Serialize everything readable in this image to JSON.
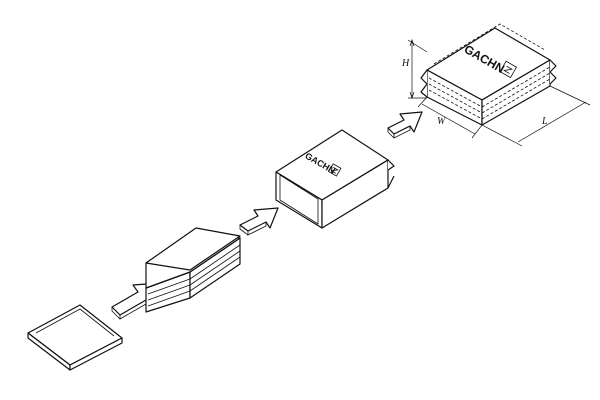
{
  "diagram": {
    "steps": [
      {
        "id": "single-sheet",
        "icon": "single-sheet-icon"
      },
      {
        "id": "sheet-stack",
        "icon": "sheet-stack-icon"
      },
      {
        "id": "box-sleeve",
        "icon": "box-sleeve-icon"
      },
      {
        "id": "packed-bundle",
        "icon": "packed-bundle-icon"
      }
    ],
    "brand_text": "GACHN",
    "dimension_labels": {
      "height": "H",
      "width": "W",
      "length": "L"
    },
    "colors": {
      "line": "#111111",
      "background": "#ffffff"
    }
  }
}
